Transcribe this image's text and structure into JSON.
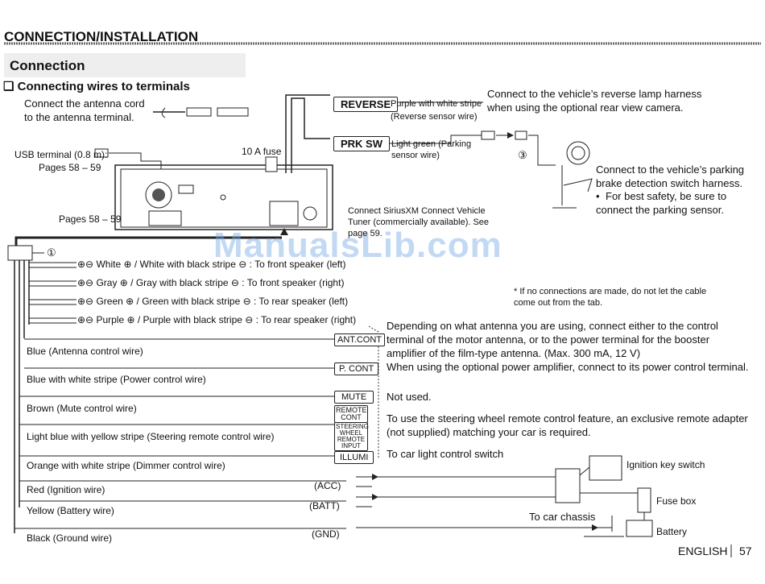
{
  "header": {
    "section_title": "CONNECTION/INSTALLATION",
    "sub_title": "Connection",
    "bullet_title": "Connecting wires to terminals"
  },
  "antenna": {
    "note": "Connect the antenna cord to the antenna terminal."
  },
  "usb": {
    "label": "USB terminal (0.8 m):",
    "pages": "Pages 58 – 59"
  },
  "fuse_label": "10 A fuse",
  "pages_label": "Pages 58 – 59",
  "reverse": {
    "tag": "REVERSE",
    "wire": "Purple with white stripe",
    "wire_note": "(Reverse sensor wire)",
    "note": "Connect to the vehicle’s reverse lamp harness when using the optional rear view camera."
  },
  "prk": {
    "tag": "PRK SW",
    "wire": "Light green (Parking sensor wire)",
    "note": "Connect to the vehicle’s parking brake detection switch harness.",
    "bullet": "For best safety, be sure to connect the parking sensor.",
    "circle": "③"
  },
  "sirius": {
    "note": "Connect SiriusXM Connect Vehicle Tuner (commercially available). See page 59."
  },
  "circle1": "①",
  "speakers": [
    {
      "text": "White ⊕ / White with black stripe ⊖ : To front speaker (left)"
    },
    {
      "text": "Gray ⊕ / Gray with black stripe ⊖ : To front speaker (right)"
    },
    {
      "text": "Green ⊕ / Green with black stripe ⊖ : To rear speaker (left)"
    },
    {
      "text": "Purple ⊕ / Purple with black stripe ⊖ : To rear speaker (right)"
    }
  ],
  "footnote": {
    "mark": "*",
    "text": "If no connections are made, do not let the cable come out from the tab."
  },
  "wires": [
    {
      "label": "Blue (Antenna control wire)",
      "tag": "ANT.CONT",
      "desc": "Depending on what antenna you are using, connect either to the control terminal of the motor antenna, or to the power terminal for the booster amplifier of the film-type antenna. (Max. 300 mA, 12 V)"
    },
    {
      "label": "Blue with white stripe (Power control wire)",
      "tag": "P. CONT",
      "desc": "When using the optional power amplifier, connect to its power control terminal."
    },
    {
      "label": "Brown (Mute control wire)",
      "tag": "MUTE",
      "desc": "Not used."
    },
    {
      "label": "Light blue with yellow stripe (Steering remote control wire)",
      "tag": "REMOTE CONT",
      "tag2": "STEERING WHEEL REMOTE INPUT",
      "desc": "To use the steering wheel remote control feature, an exclusive remote adapter (not supplied) matching your car is required."
    },
    {
      "label": "Orange with white stripe (Dimmer control wire)",
      "tag": "ILLUMI",
      "desc": "To car light control switch"
    },
    {
      "label": "Red (Ignition wire)",
      "tag": "(ACC)"
    },
    {
      "label": "Yellow (Battery wire)",
      "tag": "(BATT)"
    },
    {
      "label": "Black (Ground wire)",
      "tag": "(GND)"
    }
  ],
  "power": {
    "ignition": "Ignition key switch",
    "fusebox": "Fuse box",
    "chassis": "To car chassis",
    "battery": "Battery"
  },
  "footer": {
    "lang": "ENGLISH",
    "page": "57"
  },
  "watermark": "ManualsLib.com"
}
